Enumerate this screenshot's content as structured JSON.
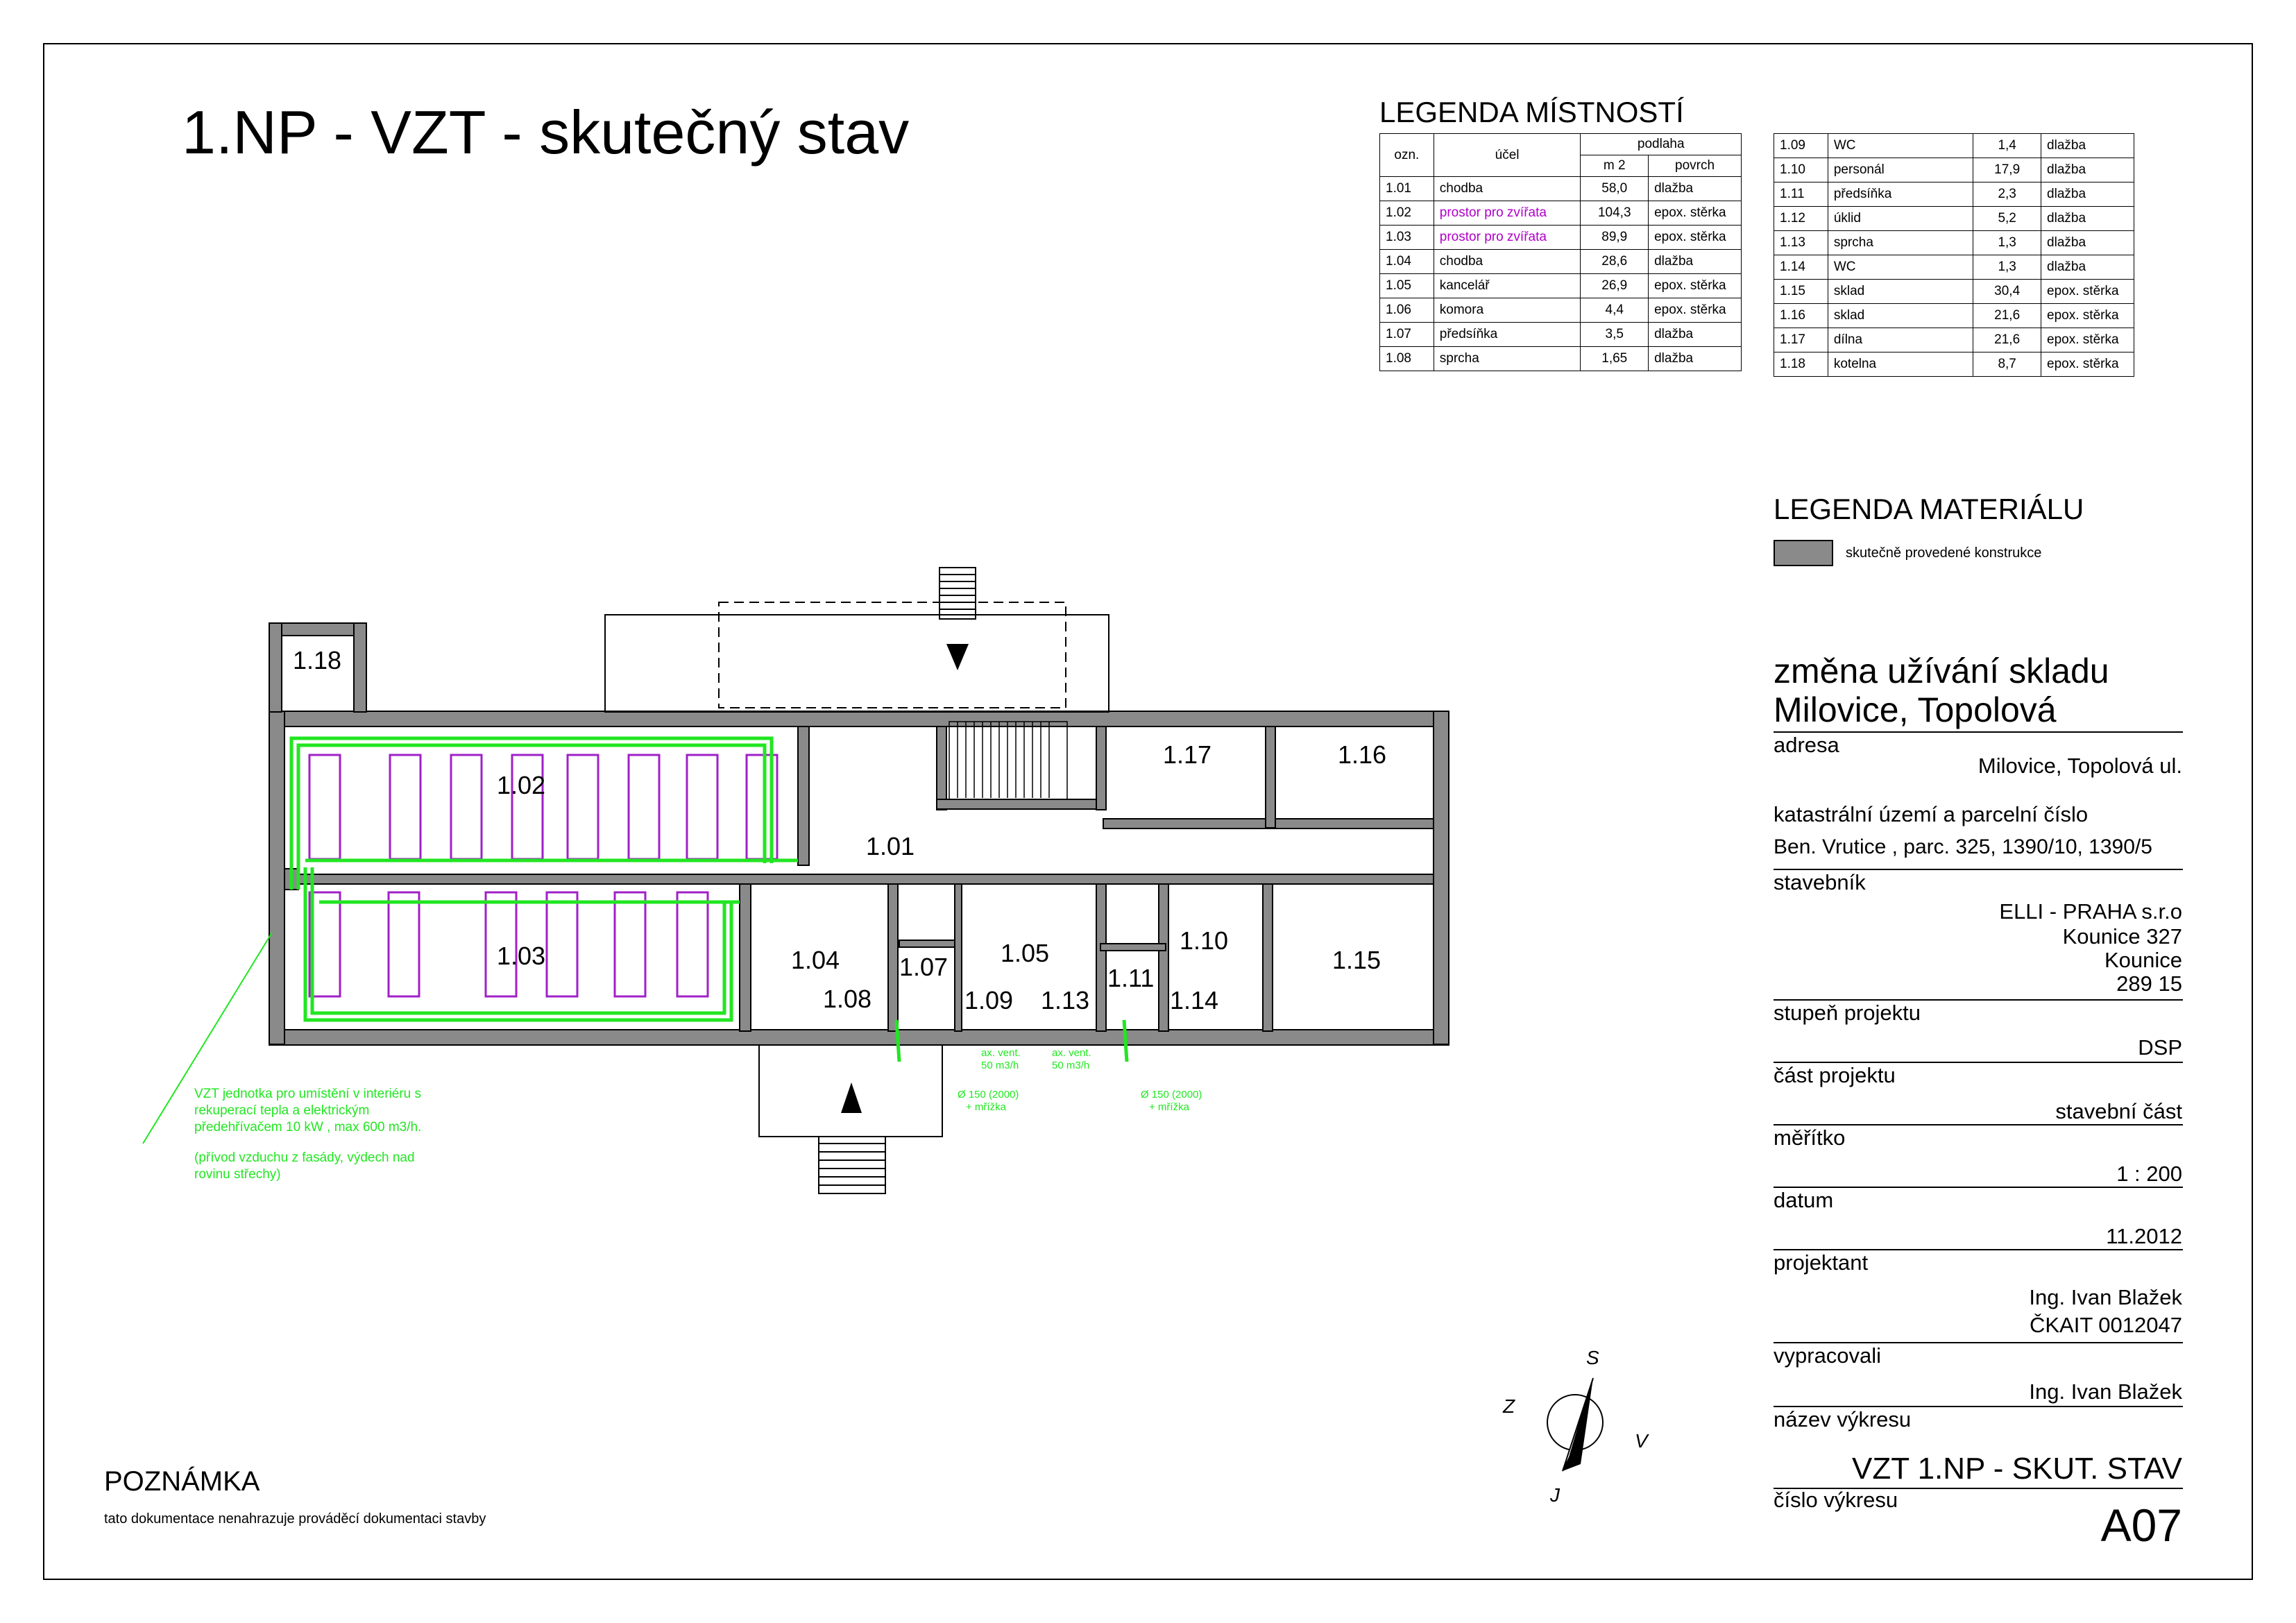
{
  "title": "1.NP - VZT - skutečný stav",
  "room_legend": {
    "title": "LEGENDA MÍSTNOSTÍ",
    "headers": {
      "ozn": "ozn.",
      "ucel": "účel",
      "podlaha": "podlaha",
      "m2": "m 2",
      "povrch": "povrch"
    },
    "left": [
      {
        "id": "1.01",
        "name": "chodba",
        "area": "58,0",
        "surface": "dlažba"
      },
      {
        "id": "1.02",
        "name": "prostor pro zvířata",
        "area": "104,3",
        "surface": "epox. stěrka"
      },
      {
        "id": "1.03",
        "name": "prostor pro zvířata",
        "area": "89,9",
        "surface": "epox. stěrka"
      },
      {
        "id": "1.04",
        "name": "chodba",
        "area": "28,6",
        "surface": "dlažba"
      },
      {
        "id": "1.05",
        "name": "kancelář",
        "area": "26,9",
        "surface": "epox. stěrka"
      },
      {
        "id": "1.06",
        "name": "komora",
        "area": "4,4",
        "surface": "epox. stěrka"
      },
      {
        "id": "1.07",
        "name": "předsíňka",
        "area": "3,5",
        "surface": "dlažba"
      },
      {
        "id": "1.08",
        "name": "sprcha",
        "area": "1,65",
        "surface": "dlažba"
      }
    ],
    "right": [
      {
        "id": "1.09",
        "name": "WC",
        "area": "1,4",
        "surface": "dlažba"
      },
      {
        "id": "1.10",
        "name": "personál",
        "area": "17,9",
        "surface": "dlažba"
      },
      {
        "id": "1.11",
        "name": "předsíňka",
        "area": "2,3",
        "surface": "dlažba"
      },
      {
        "id": "1.12",
        "name": "úklid",
        "area": "5,2",
        "surface": "dlažba"
      },
      {
        "id": "1.13",
        "name": "sprcha",
        "area": "1,3",
        "surface": "dlažba"
      },
      {
        "id": "1.14",
        "name": "WC",
        "area": "1,3",
        "surface": "dlažba"
      },
      {
        "id": "1.15",
        "name": "sklad",
        "area": "30,4",
        "surface": "epox. stěrka"
      },
      {
        "id": "1.16",
        "name": "sklad",
        "area": "21,6",
        "surface": "epox. stěrka"
      },
      {
        "id": "1.17",
        "name": "dílna",
        "area": "21,6",
        "surface": "epox. stěrka"
      },
      {
        "id": "1.18",
        "name": "kotelna",
        "area": "8,7",
        "surface": "epox. stěrka"
      }
    ]
  },
  "material_legend": {
    "title": "LEGENDA MATERIÁLU",
    "item": "skutečně provedené konstrukce",
    "swatch_color": "#8a8a8a"
  },
  "title_block": {
    "project_name_1": "změna užívání skladu",
    "project_name_2": "Milovice, Topolová",
    "address_label": "adresa",
    "address": "Milovice, Topolová ul.",
    "cadastre_label": "katastrální území a parcelní číslo",
    "cadastre": "Ben. Vrutice , parc. 325, 1390/10, 1390/5",
    "builder_label": "stavebník",
    "builder_1": "ELLI - PRAHA s.r.o",
    "builder_2": "Kounice 327",
    "builder_3": "Kounice",
    "builder_4": "289 15",
    "stage_label": "stupeň projektu",
    "stage": "DSP",
    "part_label": "část projektu",
    "part": "stavební část",
    "scale_label": "měřítko",
    "scale": "1 : 200",
    "date_label": "datum",
    "date": "11.2012",
    "designer_label": "projektant",
    "designer": "Ing. Ivan Blažek",
    "designer_id": "ČKAIT 0012047",
    "drawn_label": "vypracovali",
    "drawn": "Ing. Ivan Blažek",
    "drawing_name_label": "název výkresu",
    "drawing_name": "VZT 1.NP -  SKUT. STAV",
    "drawing_no_label": "číslo výkresu",
    "drawing_no": "A07"
  },
  "note": {
    "title": "POZNÁMKA",
    "text": "tato dokumentace nenahrazuje prováděcí dokumentaci stavby"
  },
  "compass": {
    "s": "S",
    "j": "J",
    "z": "Z",
    "v": "V"
  },
  "rooms": {
    "r101": "1.01",
    "r102": "1.02",
    "r103": "1.03",
    "r104": "1.04",
    "r105": "1.05",
    "r107": "1.07",
    "r108": "1.08",
    "r109": "1.09",
    "r110": "1.10",
    "r111": "1.11",
    "r113": "1.13",
    "r114": "1.14",
    "r115": "1.15",
    "r116": "1.16",
    "r117": "1.17",
    "r118": "1.18"
  },
  "hvac_notes": {
    "unit_1": "VZT jednotka pro umístění v interiéru s",
    "unit_2": "rekuperací tepla a elektrickým",
    "unit_3": "předehřívačem 10 kW , max 600 m3/h.",
    "unit_4": "(přívod vzduchu z fasády, výdech nad",
    "unit_5": "rovinu střechy)",
    "vent_a1": "ax. vent.",
    "vent_a2": "50 m3/h",
    "vent_b1": "ax. vent.",
    "vent_b2": "50 m3/h",
    "duct_a1": "Ø 150 (2000)",
    "duct_a2": "+ mřížka",
    "duct_b1": "Ø 150 (2000)",
    "duct_b2": "+ mřížka"
  },
  "colors": {
    "hvac": "#22e622",
    "cages": "#a020c8",
    "walls": "#8a8a8a"
  }
}
